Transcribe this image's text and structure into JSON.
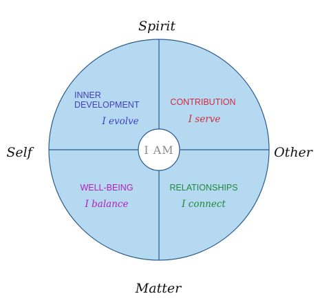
{
  "axes": {
    "top": "Spirit",
    "bottom": "Matter",
    "left": "Self",
    "right": "Other"
  },
  "center": {
    "label": "I AM"
  },
  "quadrants": {
    "top_left": {
      "title_line1": "INNER",
      "title_line2": "DEVELOPMENT",
      "subtitle": "I evolve",
      "color": "#3f3fb8"
    },
    "top_right": {
      "title": "CONTRIBUTION",
      "subtitle": "I serve",
      "color": "#d12a3c"
    },
    "bottom_left": {
      "title": "WELL-BEING",
      "subtitle": "I balance",
      "color": "#b21fb8"
    },
    "bottom_right": {
      "title": "RELATIONSHIPS",
      "subtitle": "I connect",
      "color": "#1e8a3a"
    }
  },
  "colors": {
    "circle_fill": "#b6d9f2",
    "circle_stroke": "#2a5a8a",
    "divider": "#2a5a8a"
  }
}
